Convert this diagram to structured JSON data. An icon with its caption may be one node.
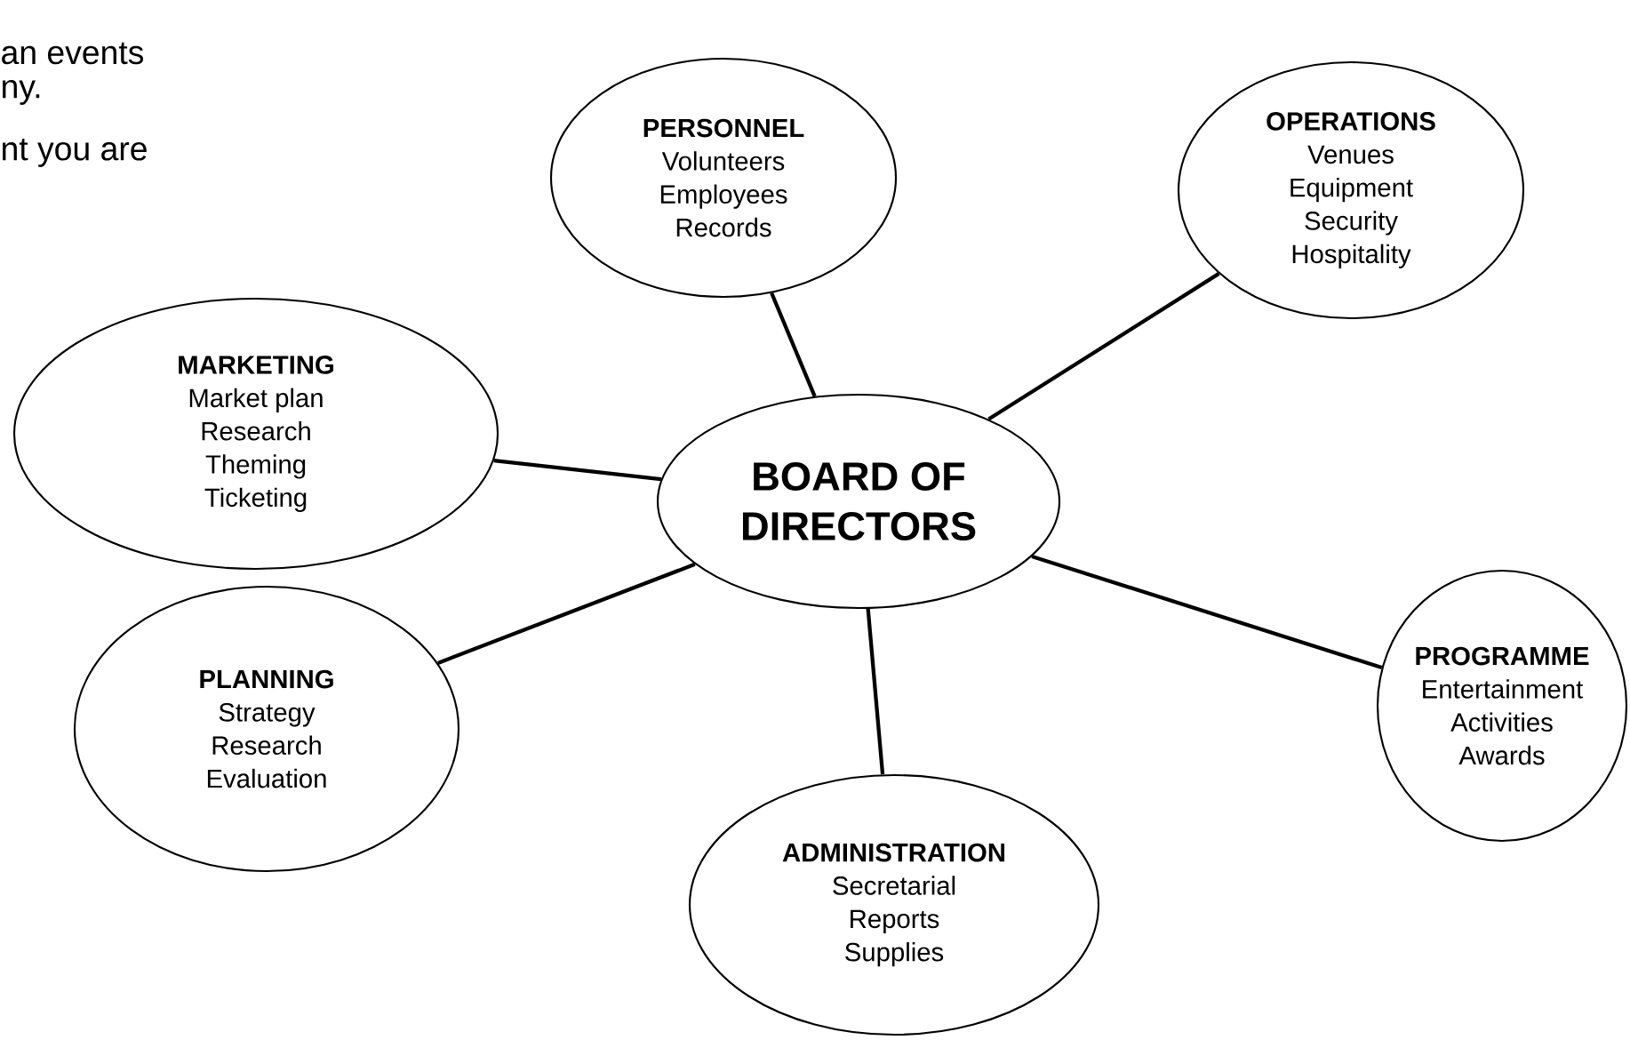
{
  "diagram": {
    "nodes": [
      {
        "text": [
          "BOARD OF DIRECTORS"
        ]
      },
      {
        "text": [
          "PERSONNEL",
          "Volunteers",
          "Employees",
          "Records"
        ]
      },
      {
        "text": [
          "OPERATIONS",
          "Venues",
          "Equipment",
          "Security",
          "Hospitality"
        ]
      },
      {
        "text": [
          "MARKETING",
          "Market plan",
          "Research",
          "Theming",
          "Ticketing"
        ]
      },
      {
        "text": [
          "PROGRAMME",
          "Entertainment",
          "Activities",
          "Awards"
        ]
      },
      {
        "text": [
          "PLANNING",
          "Strategy",
          "Research",
          "Evaluation"
        ]
      },
      {
        "text": [
          "ADMINISTRATION",
          "Secretarial",
          "Reports",
          "Supplies"
        ]
      }
    ],
    "edges": [
      {
        "from": 0,
        "to": 1,
        "arrow": "none"
      },
      {
        "from": 0,
        "to": 2,
        "arrow": "none"
      },
      {
        "from": 0,
        "to": 3,
        "arrow": "none"
      },
      {
        "from": 0,
        "to": 4,
        "arrow": "none"
      },
      {
        "from": 0,
        "to": 5,
        "arrow": "none"
      },
      {
        "from": 0,
        "to": 6,
        "arrow": "none"
      }
    ],
    "labels": [
      "an events",
      "ny.",
      "nt you are"
    ]
  }
}
